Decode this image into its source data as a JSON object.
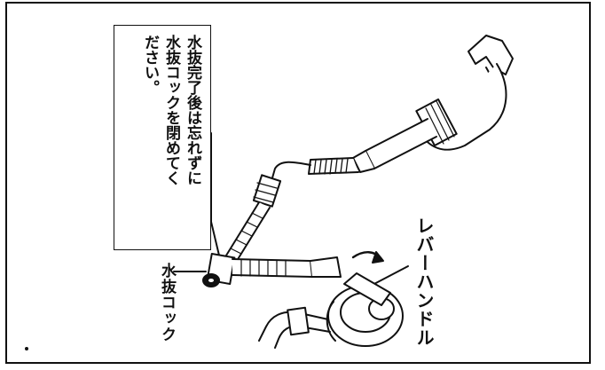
{
  "callout": {
    "lines": [
      "水抜完了後は忘れずに",
      "水抜コックを閉めてく",
      "ださい。"
    ]
  },
  "labels": {
    "drain_cock": "水抜コック",
    "lever_handle": "レバーハンドル"
  }
}
